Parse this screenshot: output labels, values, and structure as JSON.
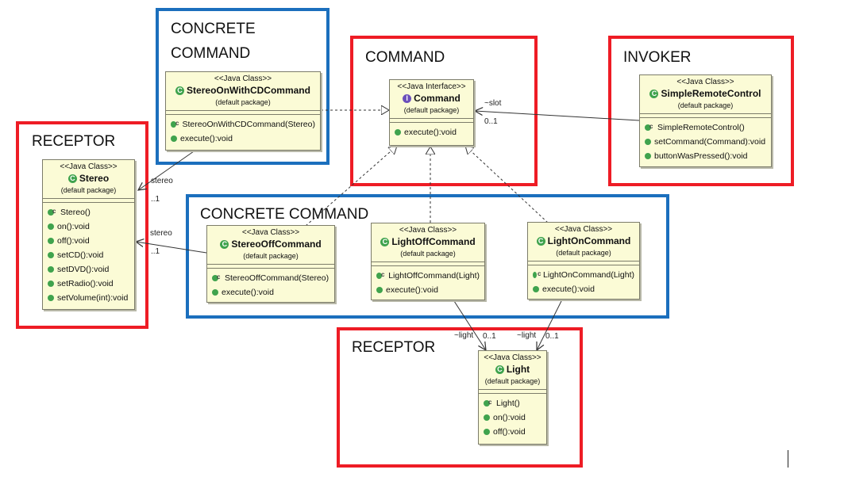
{
  "regions": {
    "concrete_command_top": "CONCRETE\nCOMMAND",
    "command": "COMMAND",
    "invoker": "INVOKER",
    "receptor_left": "RECEPTOR",
    "concrete_command_mid": "CONCRETE COMMAND",
    "receptor_bottom": "RECEPTOR"
  },
  "classes": {
    "stereo_on_cd": {
      "stereotype": "<<Java Class>>",
      "name": "StereoOnWithCDCommand",
      "package": "(default package)",
      "ops": [
        "StereoOnWithCDCommand(Stereo)",
        "execute():void"
      ]
    },
    "command": {
      "stereotype": "<<Java Interface>>",
      "name": "Command",
      "package": "(default package)",
      "ops": [
        "execute():void"
      ]
    },
    "simple_remote": {
      "stereotype": "<<Java Class>>",
      "name": "SimpleRemoteControl",
      "package": "(default package)",
      "ops": [
        "SimpleRemoteControl()",
        "setCommand(Command):void",
        "buttonWasPressed():void"
      ]
    },
    "stereo": {
      "stereotype": "<<Java Class>>",
      "name": "Stereo",
      "package": "(default package)",
      "ops": [
        "Stereo()",
        "on():void",
        "off():void",
        "setCD():void",
        "setDVD():void",
        "setRadio():void",
        "setVolume(int):void"
      ]
    },
    "stereo_off": {
      "stereotype": "<<Java Class>>",
      "name": "StereoOffCommand",
      "package": "(default package)",
      "ops": [
        "StereoOffCommand(Stereo)",
        "execute():void"
      ]
    },
    "light_off": {
      "stereotype": "<<Java Class>>",
      "name": "LightOffCommand",
      "package": "(default package)",
      "ops": [
        "LightOffCommand(Light)",
        "execute():void"
      ]
    },
    "light_on": {
      "stereotype": "<<Java Class>>",
      "name": "LightOnCommand",
      "package": "(default package)",
      "ops": [
        "LightOnCommand(Light)",
        "execute():void"
      ]
    },
    "light": {
      "stereotype": "<<Java Class>>",
      "name": "Light",
      "package": "(default package)",
      "ops": [
        "Light()",
        "on():void",
        "off():void"
      ]
    }
  },
  "edge_labels": {
    "slot_role": "~slot",
    "slot_mult": "0..1",
    "stereo1_role": "stereo",
    "stereo1_mult": "..1",
    "stereo2_role": "stereo",
    "stereo2_mult": "..1",
    "light1_role": "~light",
    "light1_mult": "0..1",
    "light2_role": "~light",
    "light2_mult": "0..1"
  }
}
